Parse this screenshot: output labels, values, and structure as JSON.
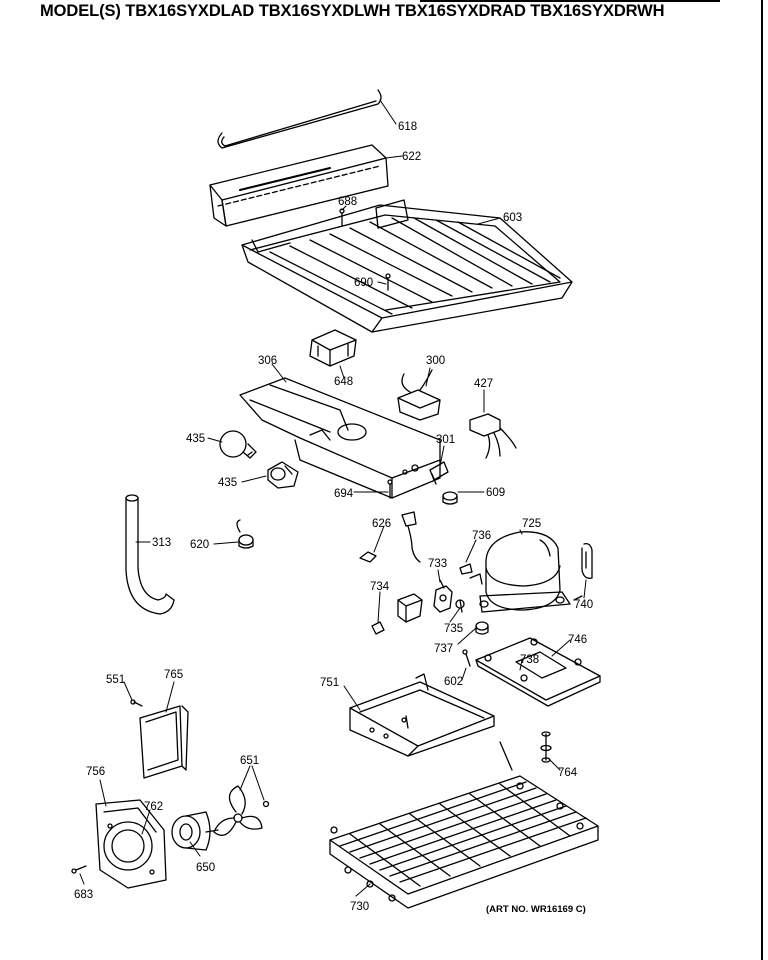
{
  "header": {
    "title": "MODEL(S) TBX16SYXDLAD  TBX16SYXDLWH  TBX16SYXDRAD  TBX16SYXDRWH"
  },
  "footer": {
    "art_number": "(ART NO. WR16169 C)"
  },
  "parts": [
    {
      "id": "618",
      "label": "618"
    },
    {
      "id": "622",
      "label": "622"
    },
    {
      "id": "688",
      "label": "688"
    },
    {
      "id": "603",
      "label": "603"
    },
    {
      "id": "690",
      "label": "690"
    },
    {
      "id": "306",
      "label": "306"
    },
    {
      "id": "648",
      "label": "648"
    },
    {
      "id": "300",
      "label": "300"
    },
    {
      "id": "427",
      "label": "427"
    },
    {
      "id": "435a",
      "label": "435"
    },
    {
      "id": "435b",
      "label": "435"
    },
    {
      "id": "301",
      "label": "301"
    },
    {
      "id": "694",
      "label": "694"
    },
    {
      "id": "609",
      "label": "609"
    },
    {
      "id": "313",
      "label": "313"
    },
    {
      "id": "620",
      "label": "620"
    },
    {
      "id": "626",
      "label": "626"
    },
    {
      "id": "736",
      "label": "736"
    },
    {
      "id": "725",
      "label": "725"
    },
    {
      "id": "733",
      "label": "733"
    },
    {
      "id": "734",
      "label": "734"
    },
    {
      "id": "740",
      "label": "740"
    },
    {
      "id": "735",
      "label": "735"
    },
    {
      "id": "737",
      "label": "737"
    },
    {
      "id": "746",
      "label": "746"
    },
    {
      "id": "738",
      "label": "738"
    },
    {
      "id": "602",
      "label": "602"
    },
    {
      "id": "551",
      "label": "551"
    },
    {
      "id": "765",
      "label": "765"
    },
    {
      "id": "751",
      "label": "751"
    },
    {
      "id": "651",
      "label": "651"
    },
    {
      "id": "756",
      "label": "756"
    },
    {
      "id": "762",
      "label": "762"
    },
    {
      "id": "764",
      "label": "764"
    },
    {
      "id": "650",
      "label": "650"
    },
    {
      "id": "683",
      "label": "683"
    },
    {
      "id": "730",
      "label": "730"
    }
  ]
}
